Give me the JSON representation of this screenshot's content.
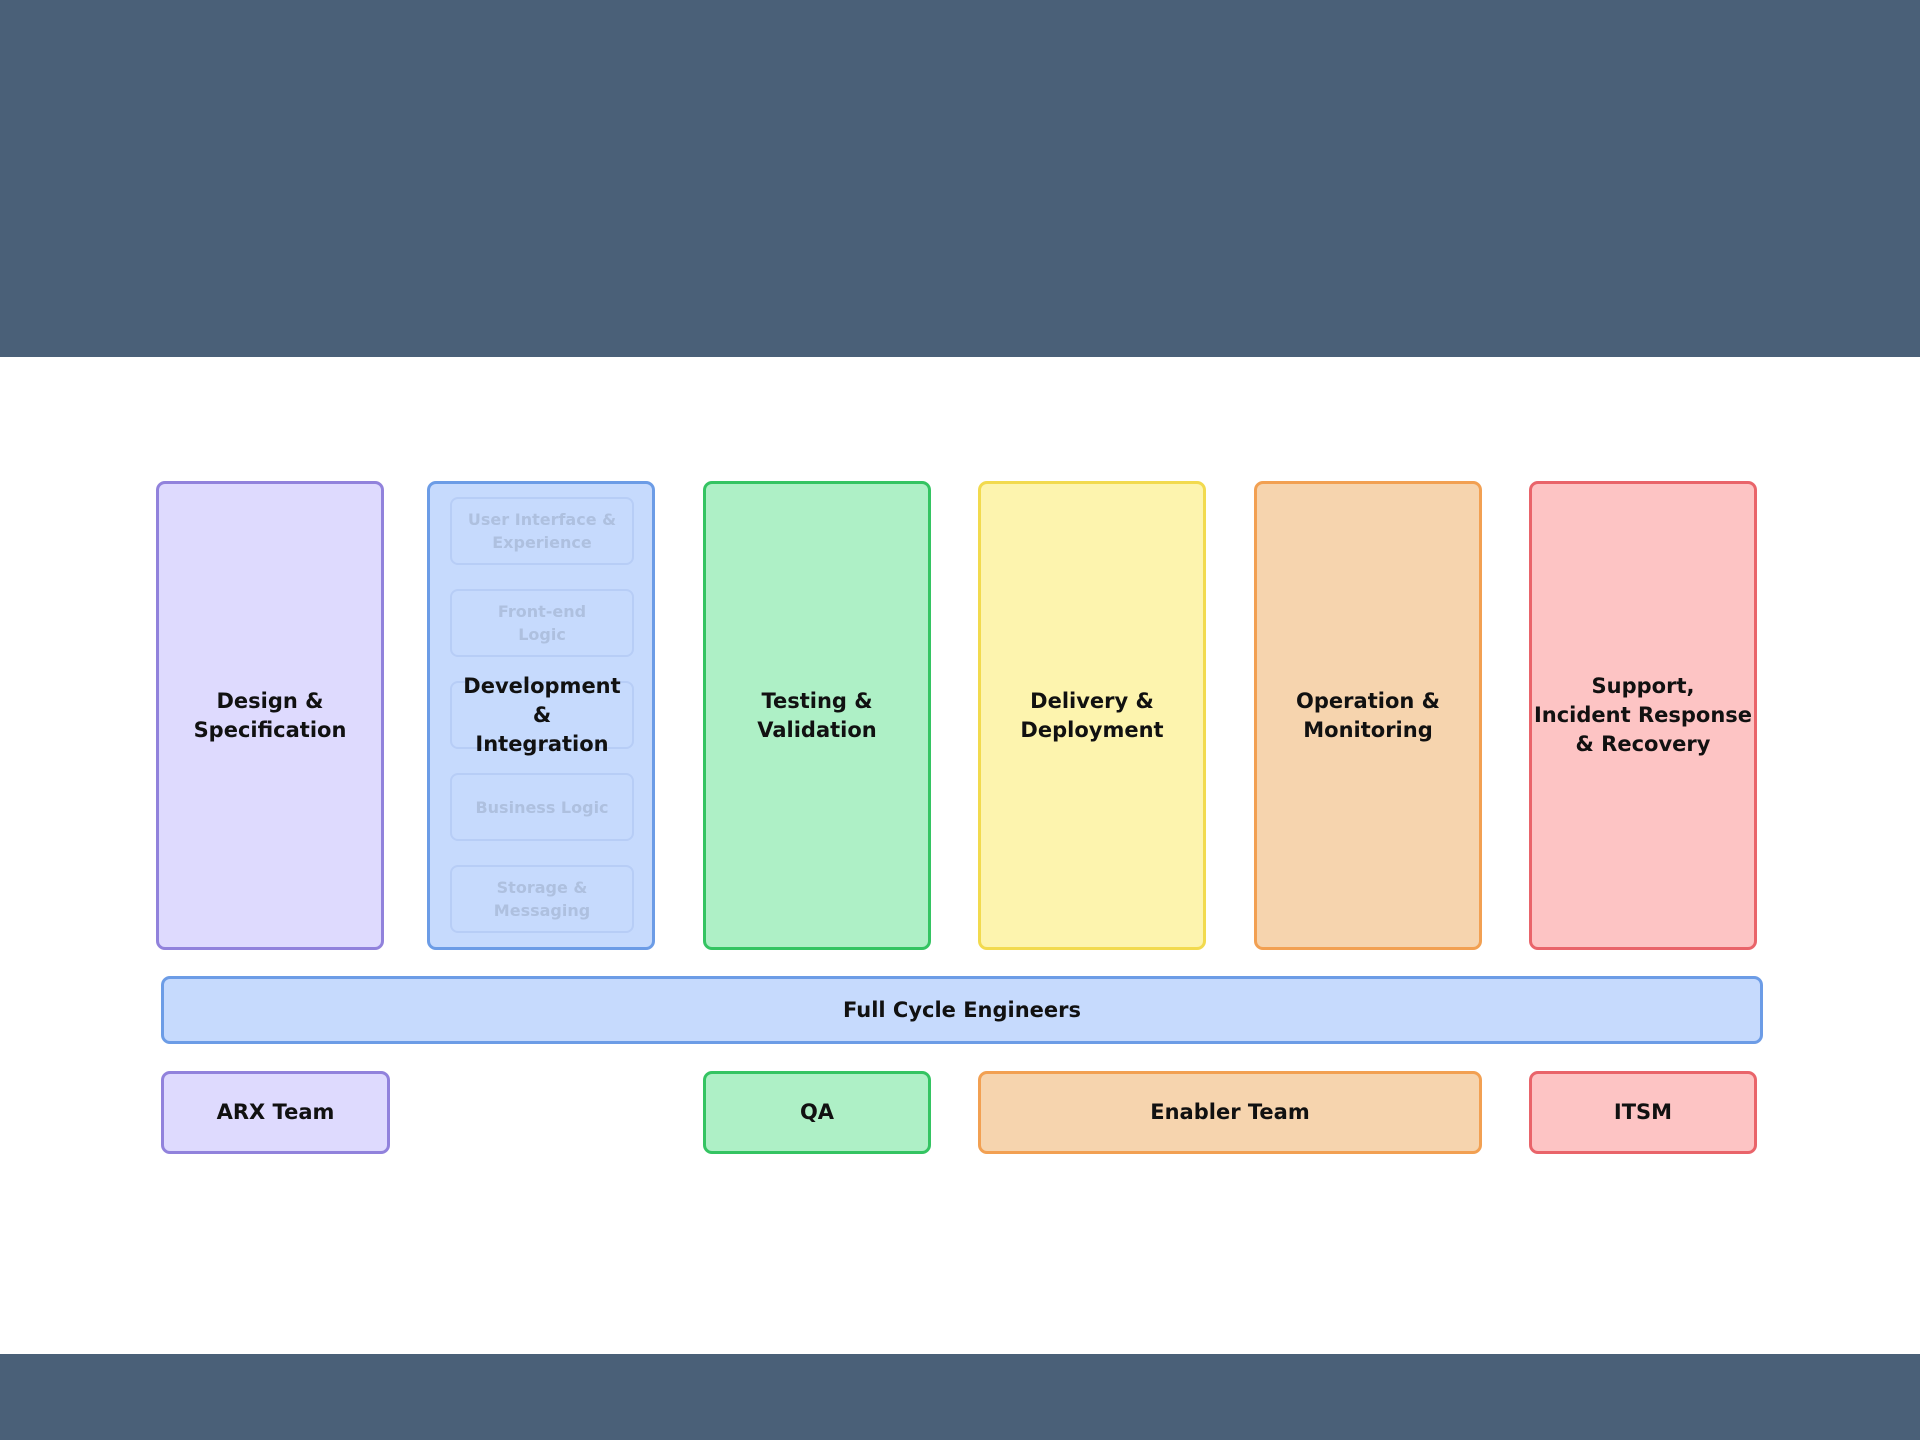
{
  "phases": [
    {
      "label": "Design &\nSpecification"
    },
    {
      "label": "Development &\nIntegration"
    },
    {
      "label": "Testing &\nValidation"
    },
    {
      "label": "Delivery &\nDeployment"
    },
    {
      "label": "Operation &\nMonitoring"
    },
    {
      "label": "Support,\nIncident Response\n& Recovery"
    }
  ],
  "development_sublayers": [
    {
      "label": "User Interface &\nExperience"
    },
    {
      "label": "Front-end\nLogic"
    },
    {
      "label": "Business Logic"
    },
    {
      "label": "Storage &\nMessaging"
    }
  ],
  "full_cycle": {
    "label": "Full Cycle Engineers"
  },
  "teams": [
    {
      "label": "ARX Team"
    },
    {
      "label": "QA"
    },
    {
      "label": "Enabler Team"
    },
    {
      "label": "ITSM"
    }
  ],
  "colors": {
    "header_band": "#4a6078",
    "purple": "#dedafe",
    "blue": "#c6dafd",
    "green": "#aef0c6",
    "yellow": "#fdf4ae",
    "orange": "#f6d4ae",
    "red": "#fdc4c4"
  }
}
